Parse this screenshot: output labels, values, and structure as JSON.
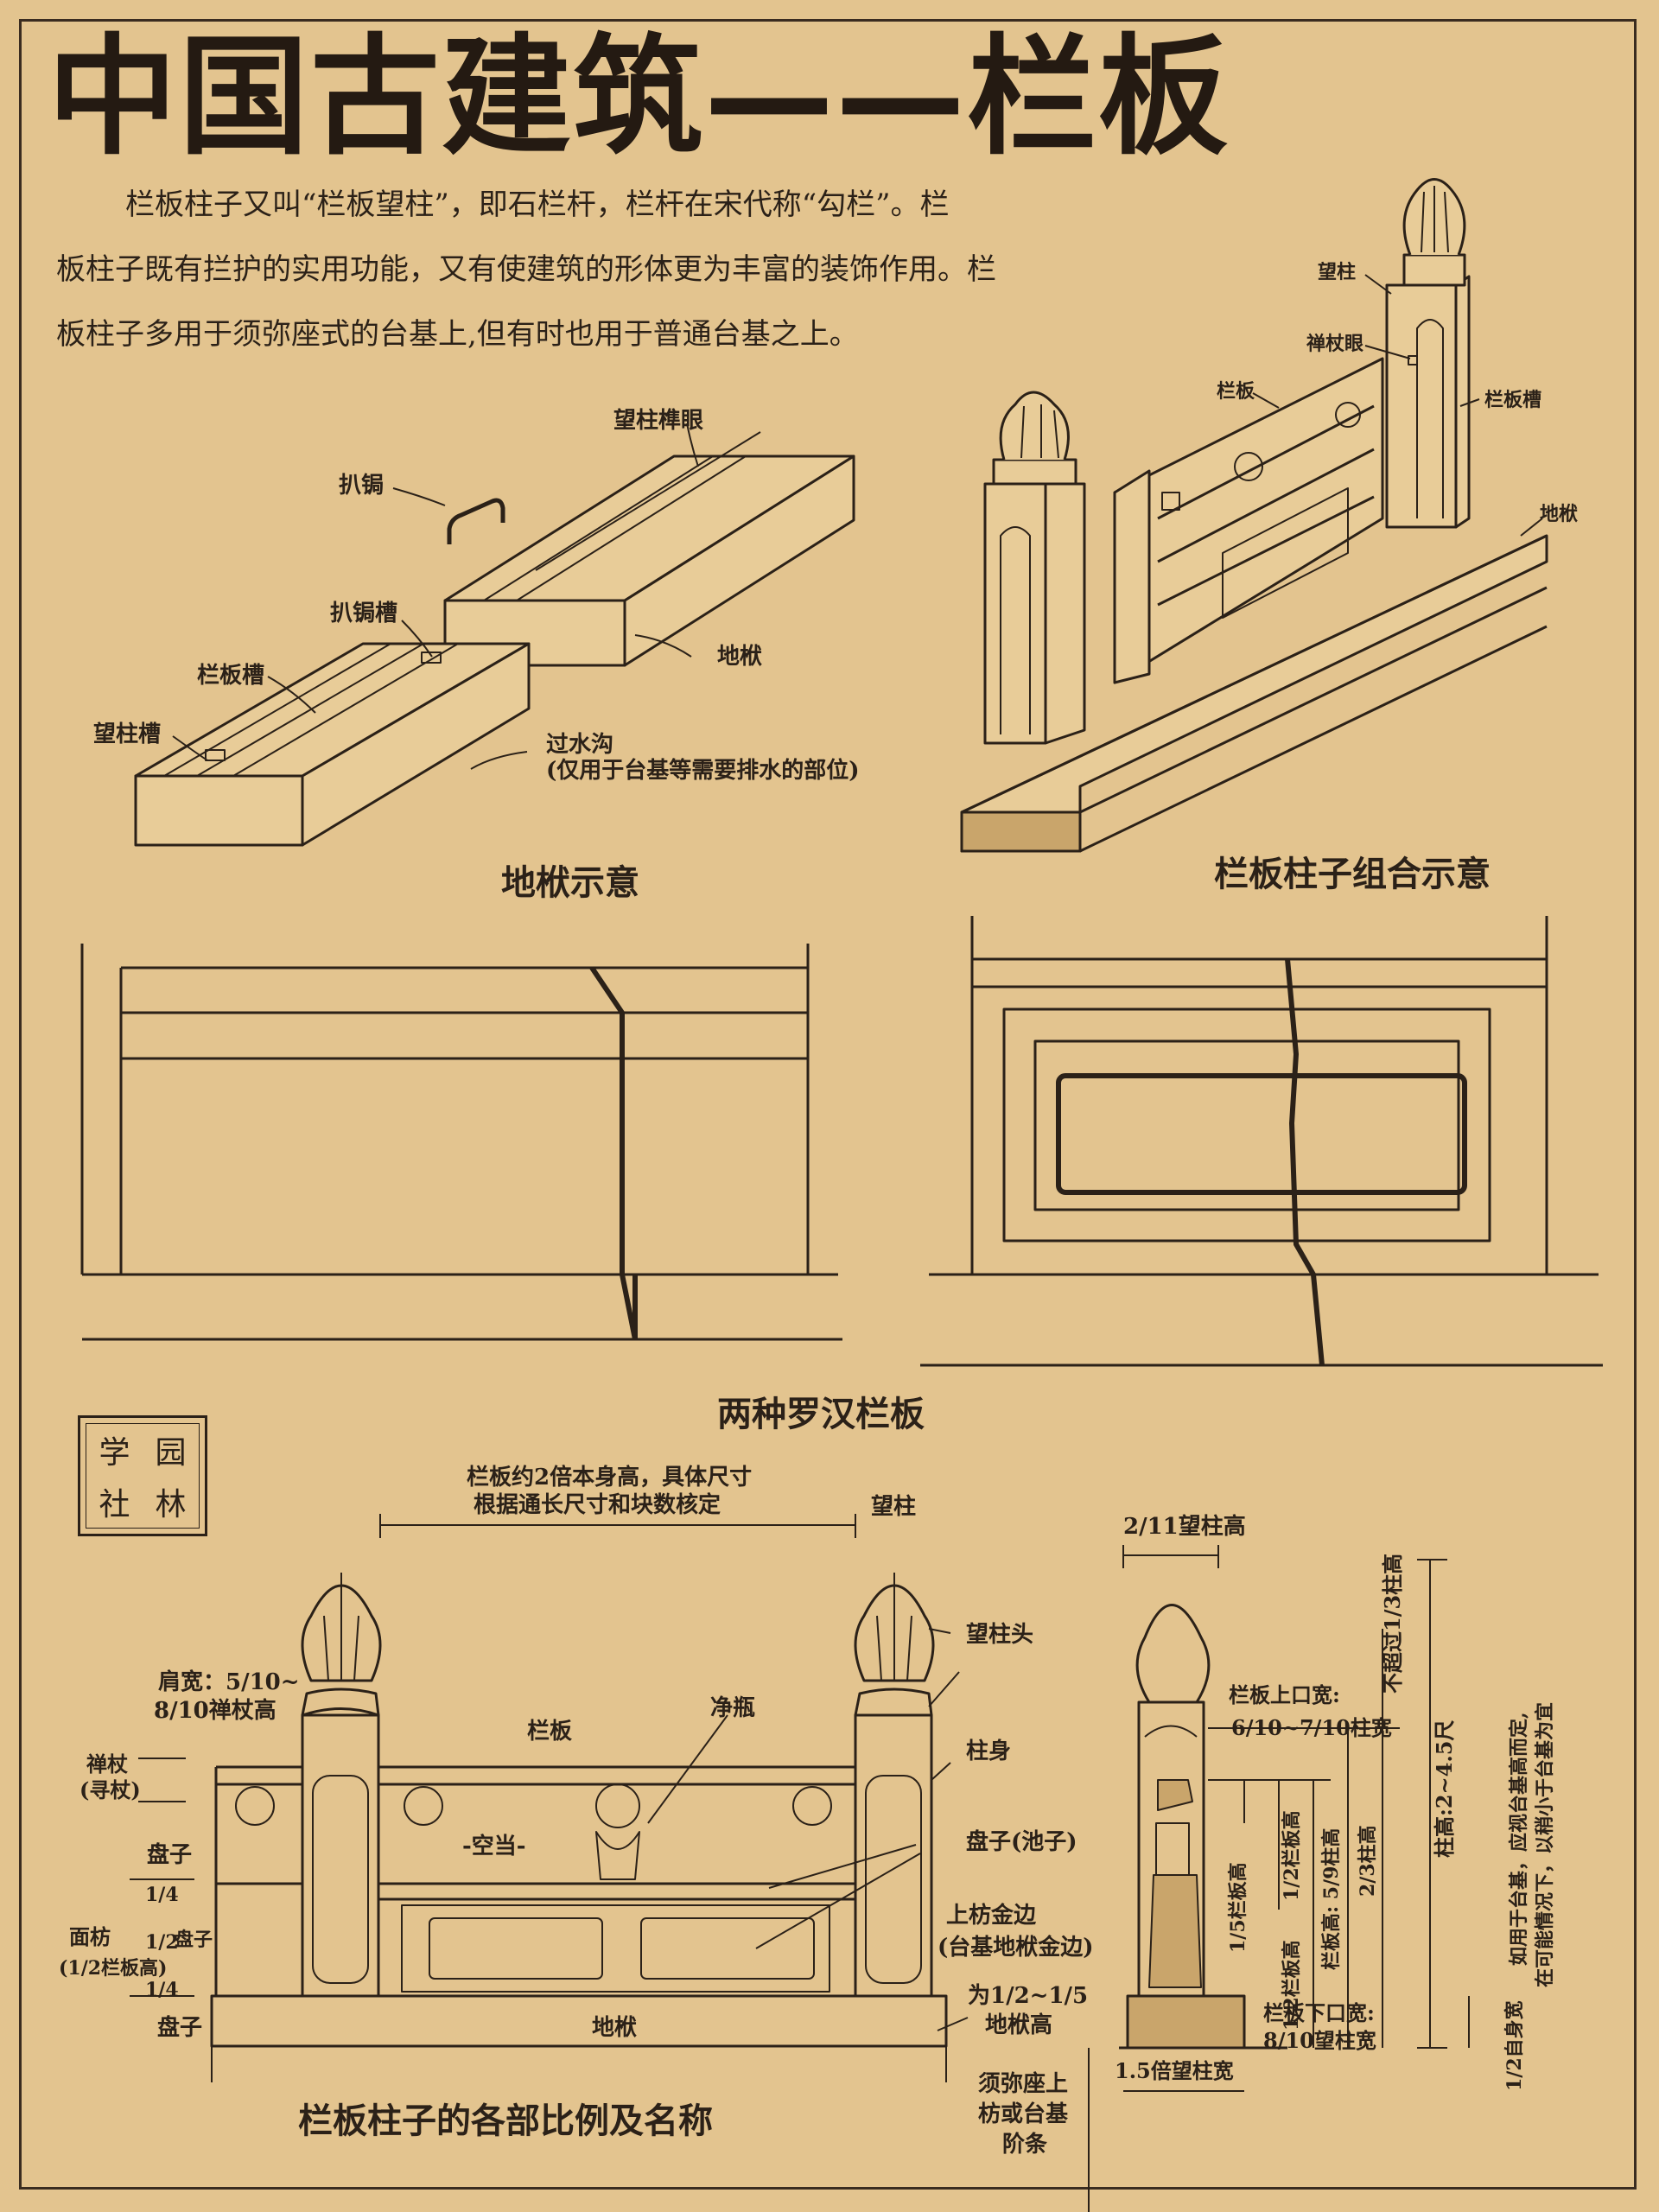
{
  "title": "中国古建筑——栏板",
  "intro": [
    "栏板柱子又叫“栏板望柱”，即石栏杆，栏杆在宋代称“勾栏”。栏",
    "板柱子既有拦护的实用功能，又有使建筑的形体更为丰富的装饰作用。栏",
    "板柱子多用于须弥座式的台基上,但有时也用于普通台基之上。"
  ],
  "captions": {
    "difu": "地栿示意",
    "combo": "栏板柱子组合示意",
    "luohan": "两种罗汉栏板",
    "parts": "栏板柱子的各部比例及名称"
  },
  "fig1_labels": {
    "wangzhu_mortise": "望柱榫眼",
    "patong": "扒锔",
    "patong_slot": "扒锔槽",
    "panel_slot": "栏板槽",
    "post_slot": "望柱槽",
    "difu": "地栿",
    "drain": "过水沟",
    "drain_note": "(仅用于台基等需要排水的部位)"
  },
  "fig2_labels": {
    "post": "望柱",
    "tenon_eye": "禅杖眼",
    "panel": "栏板",
    "panel_slot": "栏板槽",
    "difu": "地栿"
  },
  "seal": [
    "学",
    "园",
    "社",
    "林"
  ],
  "fig4_labels": {
    "width_note1": "栏板约2倍本身高，具体尺寸",
    "width_note2": "根据通长尺寸和块数核定",
    "post": "望柱",
    "post_head": "望柱头",
    "vase": "净瓶",
    "panel": "栏板",
    "shaft": "柱身",
    "shoulder1": "肩宽：5/10~",
    "shoulder2": "8/10禅杖高",
    "chanzhang1": "禅杖",
    "chanzhang2": "(寻杖)",
    "panzi1": "盘子",
    "panzi2": "盘子",
    "panzi3": "盘子",
    "mianfang1": "面枋",
    "mianfang2": "(1/2栏板高)",
    "q1": "1/4",
    "q2": "1/2",
    "q3": "1/4",
    "kongdang": "-空当-",
    "pool": "盘子(池子)",
    "edge1": "上枋金边",
    "edge2": "(台基地栿金边)",
    "difu": "地栿",
    "difu_h1": "为1/2~1/5",
    "difu_h2": "地栿高",
    "base1": "须弥座上",
    "base2": "枋或台基",
    "base3": "阶条"
  },
  "fig5_labels": {
    "head_h": "2/11望柱高",
    "not_exceed": "不超过1/3柱高",
    "top_w1": "栏板上口宽:",
    "top_w2": "6/10~7/10柱宽",
    "fifth": "1/5栏板高",
    "half": "1/2栏板高",
    "panel_h": "栏板高: 5/9柱高",
    "two_third": "2/3柱高",
    "post_h": "柱高:2~4.5尺",
    "half2": "1/2栏板高",
    "bot_w1": "栏板下口宽:",
    "bot_w2": "8/10望柱宽",
    "base_w": "1.5倍望柱宽",
    "body_w": "1/2自身宽",
    "note1": "如用于台基，应视台基高而定,",
    "note2": "在可能情况下，以稍小于台基为宜"
  },
  "colors": {
    "paper": "#e3c48f",
    "ink": "#2b2118"
  }
}
